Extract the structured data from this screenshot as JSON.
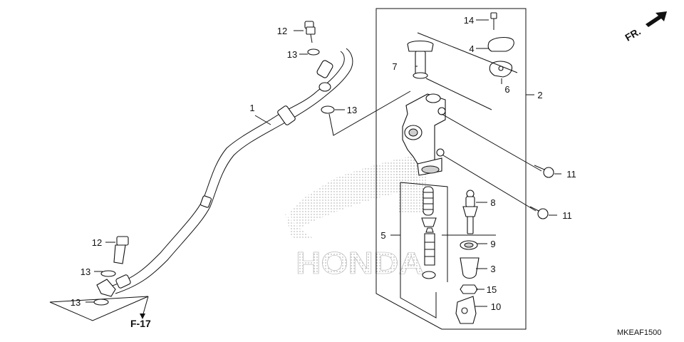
{
  "diagram": {
    "watermark_text": "HONDA",
    "direction_label": "FR.",
    "reference_label": "F-17",
    "diagram_code": "MKEAF1500",
    "callouts": [
      {
        "id": "c12a",
        "text": "12"
      },
      {
        "id": "c13a",
        "text": "13"
      },
      {
        "id": "c13b",
        "text": "13"
      },
      {
        "id": "c1",
        "text": "1"
      },
      {
        "id": "c7",
        "text": "7"
      },
      {
        "id": "c14",
        "text": "14"
      },
      {
        "id": "c4",
        "text": "4"
      },
      {
        "id": "c6",
        "text": "6"
      },
      {
        "id": "c2",
        "text": "2"
      },
      {
        "id": "c11a",
        "text": "11"
      },
      {
        "id": "c11b",
        "text": "11"
      },
      {
        "id": "c8",
        "text": "8"
      },
      {
        "id": "c5",
        "text": "5"
      },
      {
        "id": "c9",
        "text": "9"
      },
      {
        "id": "c3",
        "text": "3"
      },
      {
        "id": "c15",
        "text": "15"
      },
      {
        "id": "c10",
        "text": "10"
      },
      {
        "id": "c12b",
        "text": "12"
      },
      {
        "id": "c13c",
        "text": "13"
      },
      {
        "id": "c13d",
        "text": "13"
      }
    ]
  }
}
